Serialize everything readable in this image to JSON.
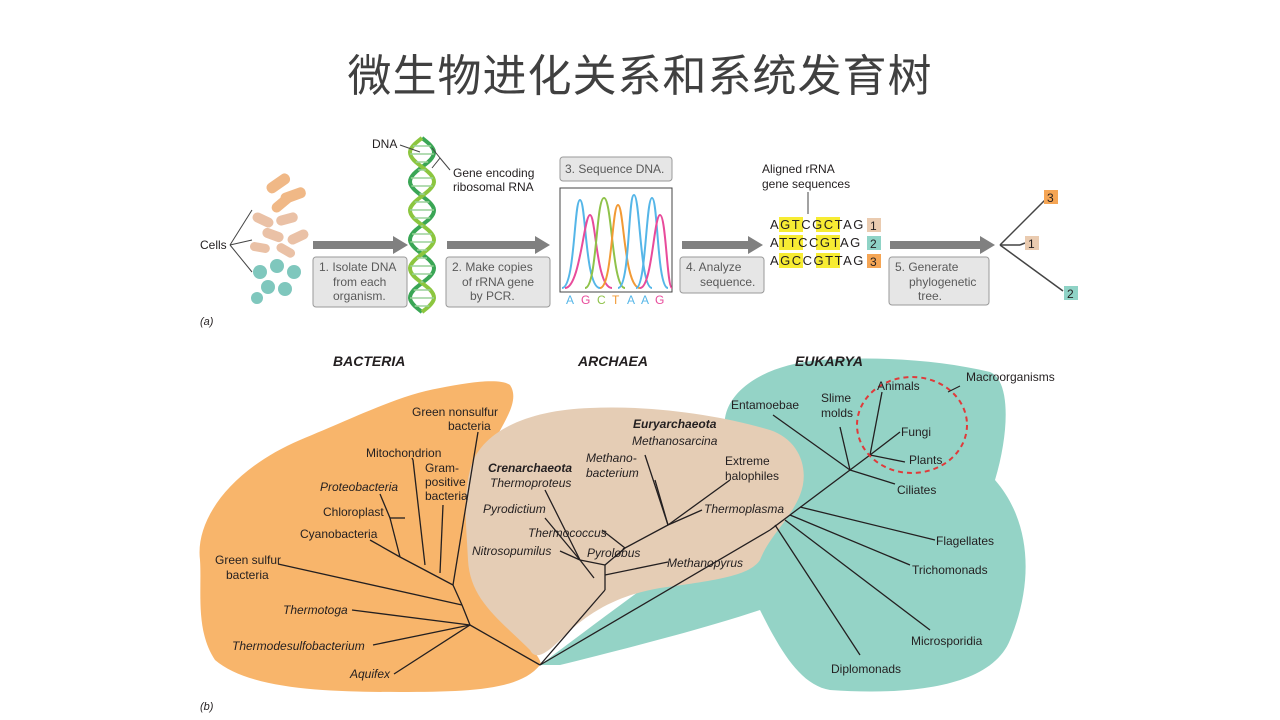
{
  "title": "微生物进化关系和系统发育树",
  "panel_a": {
    "label": "(a)",
    "cells": "Cells",
    "dna": "DNA",
    "gene_line1": "Gene encoding",
    "gene_line2": "ribosomal RNA",
    "step1": [
      "1. Isolate DNA",
      "from each",
      "organism."
    ],
    "step2": [
      "2. Make copies",
      "of rRNA gene",
      "by PCR."
    ],
    "step3": "3. Sequence DNA.",
    "chromatogram_bases": [
      "A",
      "G",
      "C",
      "T",
      "A",
      "A",
      "G"
    ],
    "aligned_line1": "Aligned rRNA",
    "aligned_line2": "gene sequences",
    "sequences": [
      {
        "seq": "AGTCGCTAG",
        "num": "1"
      },
      {
        "seq": "ATTCCGTAG",
        "num": "2"
      },
      {
        "seq": "AGCCGTTAG",
        "num": "3"
      }
    ],
    "step4": [
      "4. Analyze",
      "sequence."
    ],
    "step5": [
      "5. Generate",
      "phylogenetic",
      "tree."
    ],
    "tree_tips": [
      "3",
      "1",
      "2"
    ],
    "colors": {
      "num1": "#eacbb0",
      "num2": "#8fd3c6",
      "num3": "#f5a554",
      "highlight": "#f7ec33"
    }
  },
  "panel_b": {
    "label": "(b)",
    "domains": {
      "bacteria": "BACTERIA",
      "archaea": "ARCHAEA",
      "eukarya": "EUKARYA"
    },
    "colors": {
      "bacteria": "#f8b56b",
      "archaea": "#e5cdb5",
      "eukarya": "#94d3c6",
      "ring": "#e03a3a"
    },
    "bacteria": {
      "green_nonsulfur": [
        "Green nonsulfur",
        "bacteria"
      ],
      "mitochondrion": "Mitochondrion",
      "gram_positive": [
        "Gram-",
        "positive",
        "bacteria"
      ],
      "proteobacteria": "Proteobacteria",
      "chloroplast": "Chloroplast",
      "cyanobacteria": "Cyanobacteria",
      "green_sulfur": [
        "Green sulfur",
        "bacteria"
      ],
      "thermotoga": "Thermotoga",
      "thermodesulfobacterium": "Thermodesulfobacterium",
      "aquifex": "Aquifex"
    },
    "archaea": {
      "euryarchaeota": "Euryarchaeota",
      "methanosarcina": "Methanosarcina",
      "methanobacterium": [
        "Methano-",
        "bacterium"
      ],
      "extreme_halophiles": [
        "Extreme",
        "halophiles"
      ],
      "crenarchaeota": "Crenarchaeota",
      "thermoproteus": "Thermoproteus",
      "pyrodictium": "Pyrodictium",
      "thermococcus": "Thermococcus",
      "thermoplasma": "Thermoplasma",
      "nitrosopumilus": "Nitrosopumilus",
      "pyrolobus": "Pyrolobus",
      "methanopyrus": "Methanopyrus"
    },
    "eukarya": {
      "entamoebae": "Entamoebae",
      "slime_molds": [
        "Slime",
        "molds"
      ],
      "animals": "Animals",
      "fungi": "Fungi",
      "plants": "Plants",
      "ciliates": "Ciliates",
      "macroorganisms": "Macroorganisms",
      "flagellates": "Flagellates",
      "trichomonads": "Trichomonads",
      "microsporidia": "Microsporidia",
      "diplomonads": "Diplomonads"
    }
  }
}
